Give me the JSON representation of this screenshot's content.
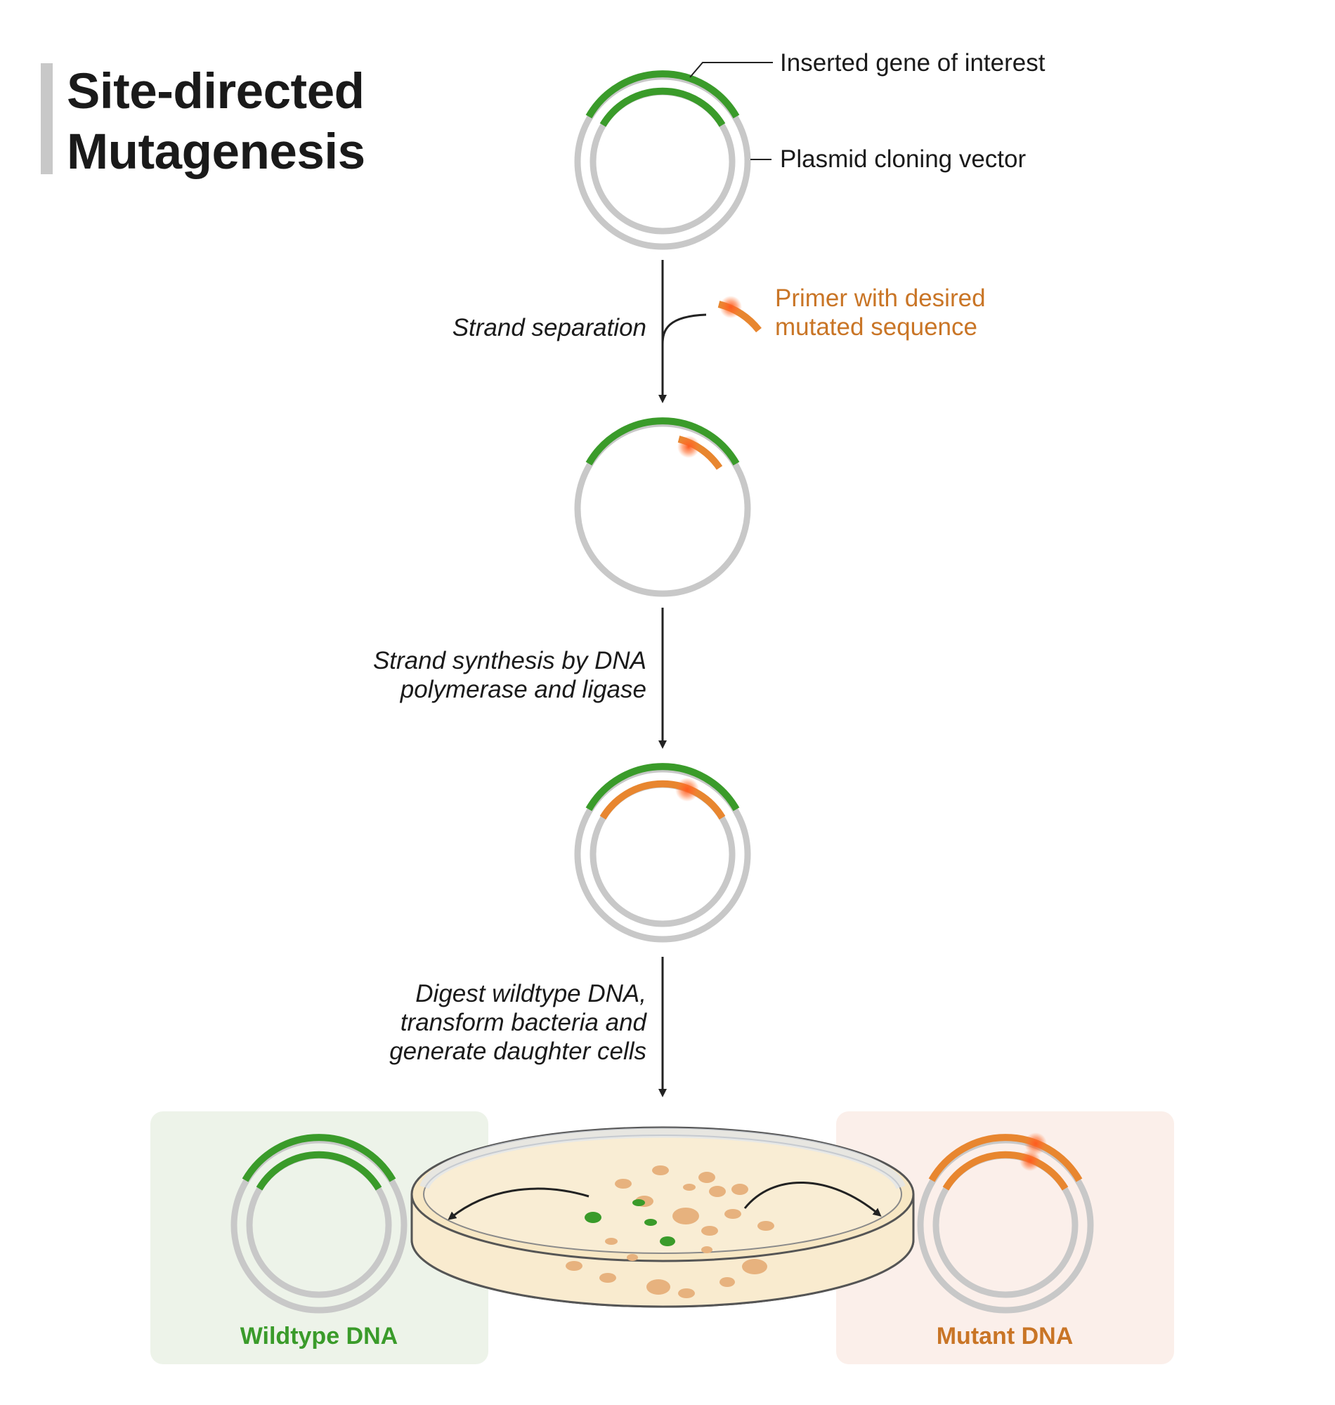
{
  "title": {
    "line1": "Site-directed",
    "line2": "Mutagenesis"
  },
  "labels": {
    "gene": "Inserted gene of interest",
    "plasmid": "Plasmid cloning vector",
    "primer_line1": "Primer with desired",
    "primer_line2": "mutated sequence"
  },
  "steps": {
    "step1": "Strand separation",
    "step2_line1": "Strand synthesis by DNA",
    "step2_line2": "polymerase and ligase",
    "step3_line1": "Digest wildtype DNA,",
    "step3_line2": "transform bacteria and",
    "step3_line3": "generate daughter cells"
  },
  "results": {
    "wildtype": "Wildtype DNA",
    "mutant": "Mutant DNA"
  },
  "colors": {
    "green": "#3a9b2a",
    "orange": "#e8862f",
    "orange_text": "#c97526",
    "grey": "#c8c8c8",
    "green_panel": "#edf3e9",
    "orange_panel": "#fbefea",
    "agar": "#f9ebcf",
    "colony": "#e7b27e"
  }
}
